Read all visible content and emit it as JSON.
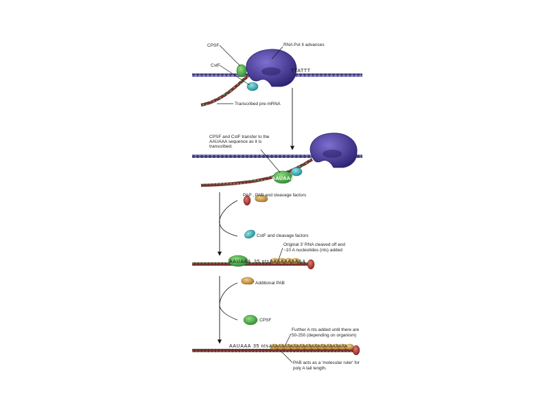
{
  "colors": {
    "polymerase": "#4b3c9e",
    "cpsf": "#4cae48",
    "cstf": "#3bb6bd",
    "pap": "#b23a3a",
    "pab": "#c9a24a",
    "dna": "#5a4f8f",
    "rna": "#8a3a3a"
  },
  "stage1": {
    "cpsf_label": "CPSF",
    "cstf_label": "CstF",
    "polymerase_label": "RNA Pol II advances",
    "dna_sequence": "TTATTT",
    "premrna_label": "Transcribed pre-mRNA"
  },
  "stage2": {
    "transfer_label_line1": "CPSF and CstF transfer to the",
    "transfer_label_line2": "AAUAAA sequence as it is",
    "transfer_label_line3": "transcribed.",
    "rna_sequence": "AAUAAA"
  },
  "step1": {
    "pap_pab_label": "PAP , PAB and cleavage factors",
    "cstf_release_label": "CstF and cleavage factors"
  },
  "stage3": {
    "signal": "AAUAAA",
    "spacer": "35 nts",
    "tail": "AAAAAAAAAA",
    "cleave_label_line1": "Original 3' RNA cleaved off and",
    "cleave_label_line2": "~10 A nucleotides (nts) added"
  },
  "step2": {
    "pab_label": "Additional PAB",
    "cpsf_release_label": "CPSF"
  },
  "stage4": {
    "signal": "AAUAAA",
    "spacer": "35 nts",
    "tail": "AAAAAAAAAAAAAAAAAAAAAAAAAA",
    "further_label_line1": "Further A nts added until there are",
    "further_label_line2": "50-250 (depending on organism)",
    "ruler_label_line1": "PAB acts as a 'molecular ruler' for",
    "ruler_label_line2": "poly A tail length."
  }
}
